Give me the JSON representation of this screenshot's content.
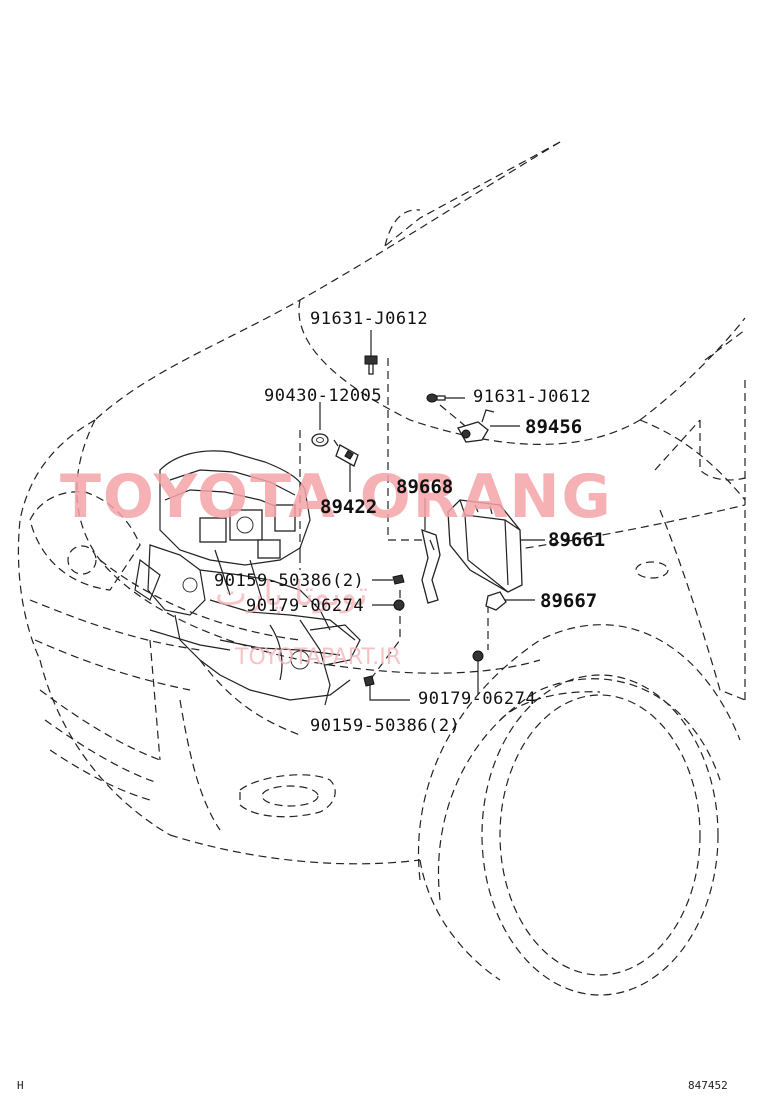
{
  "parts": {
    "p91631_top": "91631-J0612",
    "p91631_right": "91631-J0612",
    "p90430": "90430-12005",
    "p89456": "89456",
    "p89422": "89422",
    "p89668": "89668",
    "p89661": "89661",
    "p90159_upper": "90159-50386(2)",
    "p90179_upper": "90179-06274",
    "p89667": "89667",
    "p90179_lower": "90179-06274",
    "p90159_lower": "90159-50386(2)"
  },
  "watermark": {
    "brand": "TOYOTA ORANG",
    "site": "TOYOTAPART.IR",
    "persian": "تویوتا پارت"
  },
  "footer": {
    "left_code": "H",
    "ref_number": "847452"
  },
  "colors": {
    "watermark": "#f4a4a8",
    "line": "#222222"
  }
}
